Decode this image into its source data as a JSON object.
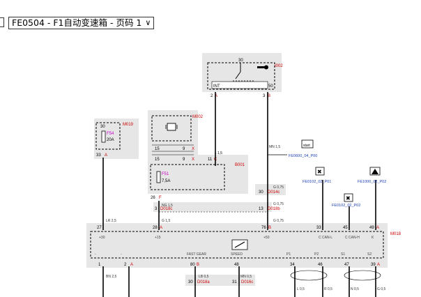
{
  "header": {
    "selector_label": "FE0504 - F1自动变速箱 - 页码 1"
  },
  "colors": {
    "module": "#e6e6e6",
    "wire": "#000000",
    "pin_red": "#cc0000",
    "link_blue": "#1a3fb5",
    "fuse_magenta": "#cc00cc"
  },
  "relay": {
    "id": "I002",
    "top_pin": "30",
    "int_label": "INT",
    "right_label": "50",
    "pin_left": "2",
    "pin_left_conn": "A",
    "pin_right": "3",
    "pin_right_conn": "B"
  },
  "fuse_m019": {
    "id": "M019",
    "pin_top": "30",
    "fuse": "F54",
    "rating": "20A",
    "pin_bottom": "33",
    "pin_bottom_conn": "A"
  },
  "m002": {
    "id": "M002",
    "row1": [
      "15",
      "9",
      "X"
    ],
    "row2": [
      "15",
      "9",
      "X",
      "11",
      "C"
    ]
  },
  "b001": {
    "id": "B001",
    "fuse": "F51",
    "rating": "7,5A",
    "pin": "26",
    "pin_conn": "F",
    "wire": "L 1,5"
  },
  "wires": {
    "lr": "LR 2,5",
    "ng": "NG 1,5",
    "g": "G 1,5",
    "mn15": "MN 1,5",
    "g075_a": "G 0,75",
    "g075_b": "G 0,75",
    "g075_c": "G 0,75",
    "bn": "BN 2,5",
    "lb": "LB 0,5",
    "mn05": "MN 0,5",
    "l05": "L 0,5",
    "r05": "R 0,5",
    "n05": "N 0,5",
    "g05": "G 0,5"
  },
  "connectors": {
    "d018c": {
      "pin": "3",
      "id": "D018c"
    },
    "d018b": {
      "pin": "13",
      "id": "D018b"
    },
    "d014c": {
      "pin": "30",
      "id": "D014c"
    },
    "d018a": {
      "pin": "30",
      "id": "D018a"
    },
    "d016c": {
      "pin": "31",
      "id": "D016c"
    }
  },
  "refs": {
    "start_icon": "start",
    "fe0600": "FE0600_04_P00",
    "fe0102_p01": "FE0102_02_P01",
    "fe0102_p02": "FE0102_02_P02",
    "fe1000": "FE1000_02_P02"
  },
  "ecu": {
    "id": "M018",
    "top_pins": [
      {
        "num": "27",
        "conn": "",
        "label": "+30"
      },
      {
        "num": "28",
        "conn": "A",
        "label": "+15"
      },
      {
        "num": "76",
        "conn": "B",
        "label": "+50"
      },
      {
        "num": "33",
        "conn": "",
        "label": "C CAN-L"
      },
      {
        "num": "45",
        "conn": "",
        "label": "C CAN-H"
      },
      {
        "num": "49",
        "conn": "A",
        "label": "K"
      }
    ],
    "bottom_pins": [
      {
        "num": "1",
        "conn": "",
        "label": "-"
      },
      {
        "num": "2",
        "conn": "A",
        "label": "-"
      },
      {
        "num": "80",
        "conn": "B",
        "label": "FAST GEAR"
      },
      {
        "num": "48",
        "conn": "",
        "label": "SPEED"
      },
      {
        "num": "34",
        "conn": "",
        "label": "P1"
      },
      {
        "num": "46",
        "conn": "",
        "label": "P2"
      },
      {
        "num": "47",
        "conn": "",
        "label": "S1"
      },
      {
        "num": "39",
        "conn": "A",
        "label": "S2"
      }
    ]
  }
}
